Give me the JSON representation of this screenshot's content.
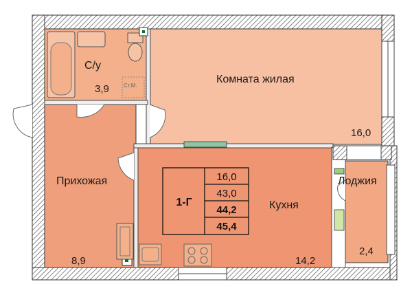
{
  "rooms": {
    "bathroom": {
      "label": "С/у",
      "area": "3,9",
      "fixture": "Ст.М."
    },
    "living_room": {
      "label": "Комната жилая",
      "area": "16,0"
    },
    "hallway": {
      "label": "Прихожая",
      "area": "8,9"
    },
    "kitchen": {
      "label": "Кухня",
      "area": "14,2"
    },
    "loggia": {
      "label": "Лоджия",
      "area": "2,4"
    }
  },
  "summary": {
    "apartment_type": "1-Г",
    "living_area": "16,0",
    "area_2": "43,0",
    "total_area": "44,2",
    "total_area_with_loggia": "45,4"
  },
  "colors": {
    "bathroom": "#f3b08a",
    "living_room": "#f7c0a2",
    "hallway": "#ef9f7b",
    "kitchen": "#ef9572",
    "loggia": "#f2a883",
    "wall_hatch": "#555555"
  }
}
